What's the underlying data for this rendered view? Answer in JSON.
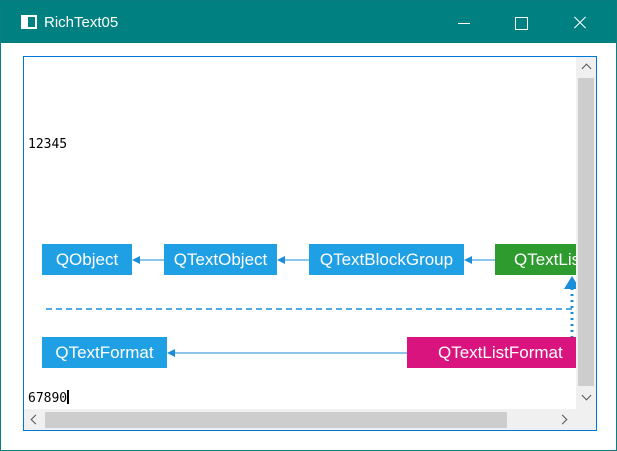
{
  "window": {
    "title": "RichText05",
    "accent_color": "#008080"
  },
  "editor": {
    "line1": "12345",
    "line2": "67890",
    "diagram": {
      "boxes": {
        "qobject": "QObject",
        "qtextobject": "QTextObject",
        "qtextblockgroup": "QTextBlockGroup",
        "qtextlist": "QTextList",
        "qtextformat": "QTextFormat",
        "qtextlistformat": "QTextListFormat"
      },
      "colors": {
        "blue": "#1fa0e4",
        "green": "#2e9b2f",
        "magenta": "#d9147f",
        "arrow": "#1a8ed8"
      }
    }
  },
  "icons": {
    "app": "window-app-icon",
    "minimize": "minimize-icon",
    "maximize": "maximize-icon",
    "close": "close-icon",
    "scroll_up": "chevron-up-icon",
    "scroll_down": "chevron-down-icon",
    "scroll_left": "chevron-left-icon",
    "scroll_right": "chevron-right-icon"
  }
}
